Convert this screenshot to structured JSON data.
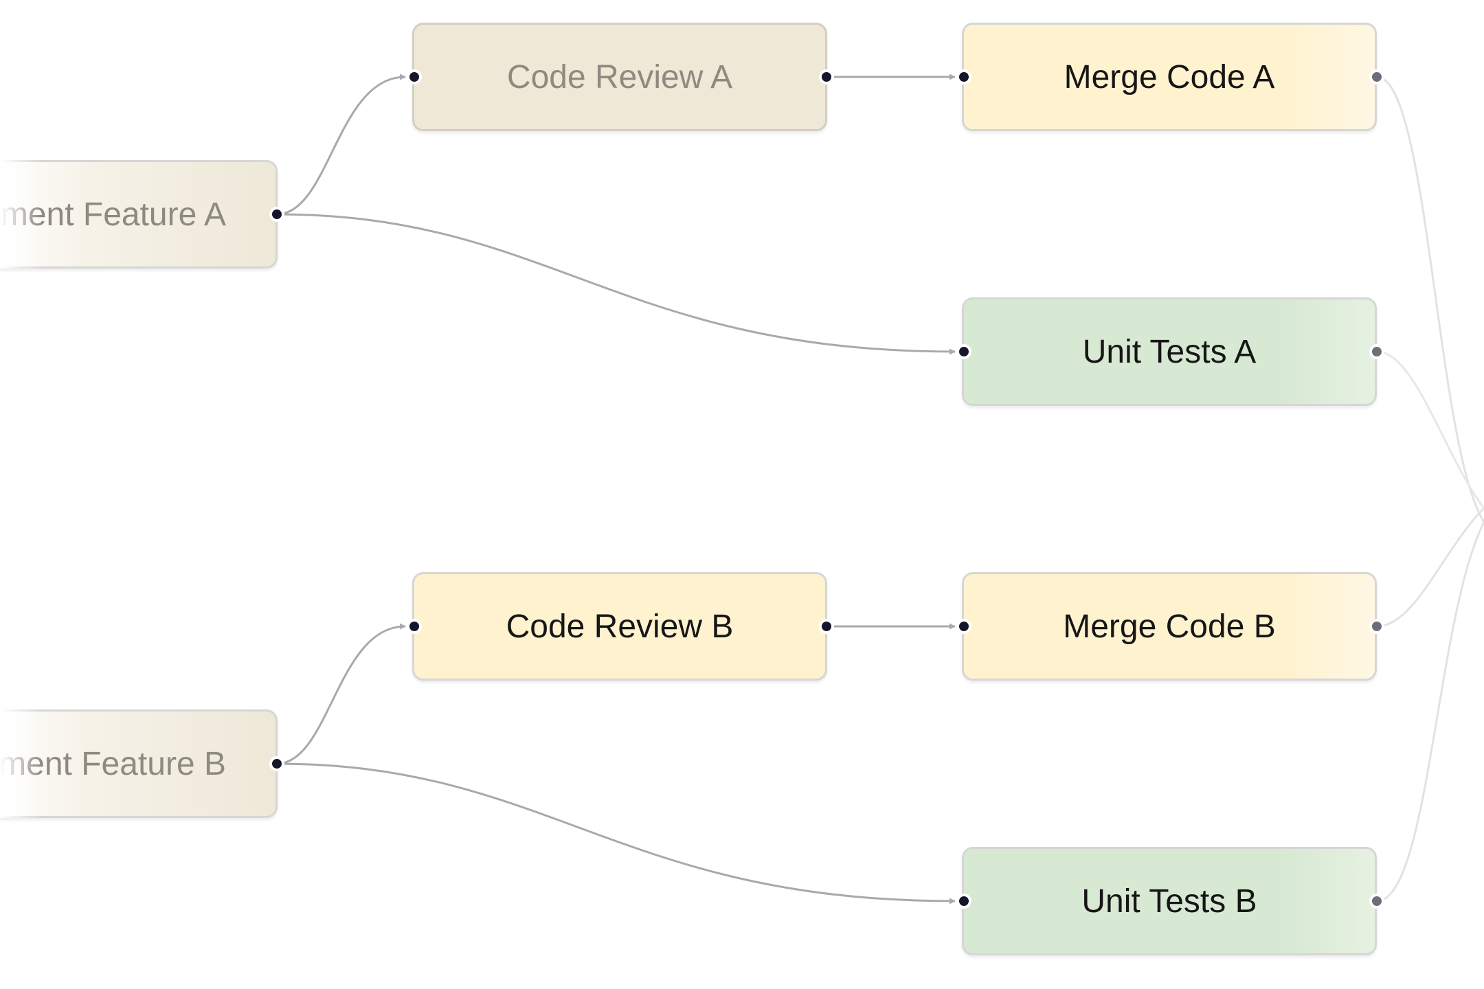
{
  "nodes": {
    "impl_a": "Implement Feature A",
    "impl_b": "Implement Feature B",
    "review_a": "Code Review A",
    "review_b": "Code Review B",
    "merge_a": "Merge Code A",
    "merge_b": "Merge Code B",
    "tests_a": "Unit Tests A",
    "tests_b": "Unit Tests B"
  },
  "colors": {
    "edge": "#a9a9ad",
    "edge_faint": "#e2e2e4",
    "handle": "#16162a",
    "handle_faint": "#6e6e78",
    "review_fill": "#fff2cf",
    "tests_fill": "#d8e9d3",
    "completed_fill": "#efe8d6"
  }
}
